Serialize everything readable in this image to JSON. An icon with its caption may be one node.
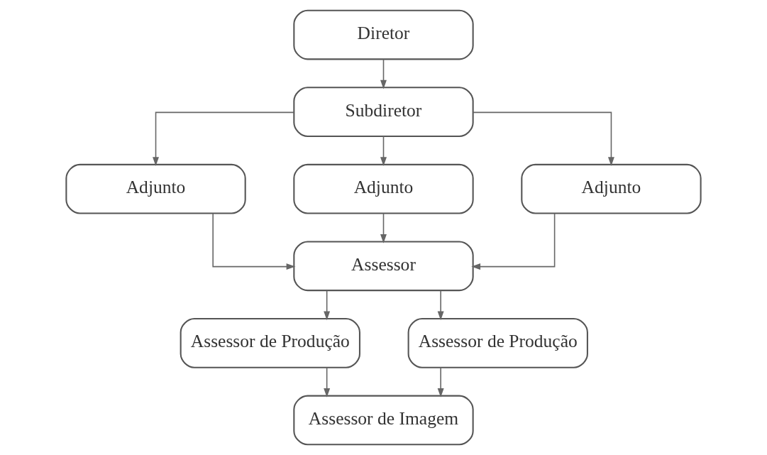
{
  "diagram": {
    "nodes": [
      {
        "text": [
          "Diretor"
        ]
      },
      {
        "text": [
          "Subdiretor"
        ]
      },
      {
        "text": [
          "Adjunto"
        ]
      },
      {
        "text": [
          "Adjunto"
        ]
      },
      {
        "text": [
          "Adjunto"
        ]
      },
      {
        "text": [
          "Assessor"
        ]
      },
      {
        "text": [
          "Assessor de Produção"
        ]
      },
      {
        "text": [
          "Assessor de Produção"
        ]
      },
      {
        "text": [
          "Assessor de Imagem"
        ]
      }
    ],
    "edges": [
      {
        "from": 0,
        "to": 1,
        "arrow": "to"
      },
      {
        "from": 1,
        "to": 2,
        "arrow": "to"
      },
      {
        "from": 1,
        "to": 3,
        "arrow": "to"
      },
      {
        "from": 1,
        "to": 4,
        "arrow": "to"
      },
      {
        "from": 2,
        "to": 5,
        "arrow": "to"
      },
      {
        "from": 3,
        "to": 5,
        "arrow": "to"
      },
      {
        "from": 4,
        "to": 5,
        "arrow": "to"
      },
      {
        "from": 5,
        "to": 6,
        "arrow": "to"
      },
      {
        "from": 5,
        "to": 7,
        "arrow": "to"
      },
      {
        "from": 6,
        "to": 8,
        "arrow": "to"
      },
      {
        "from": 7,
        "to": 8,
        "arrow": "to"
      }
    ]
  }
}
